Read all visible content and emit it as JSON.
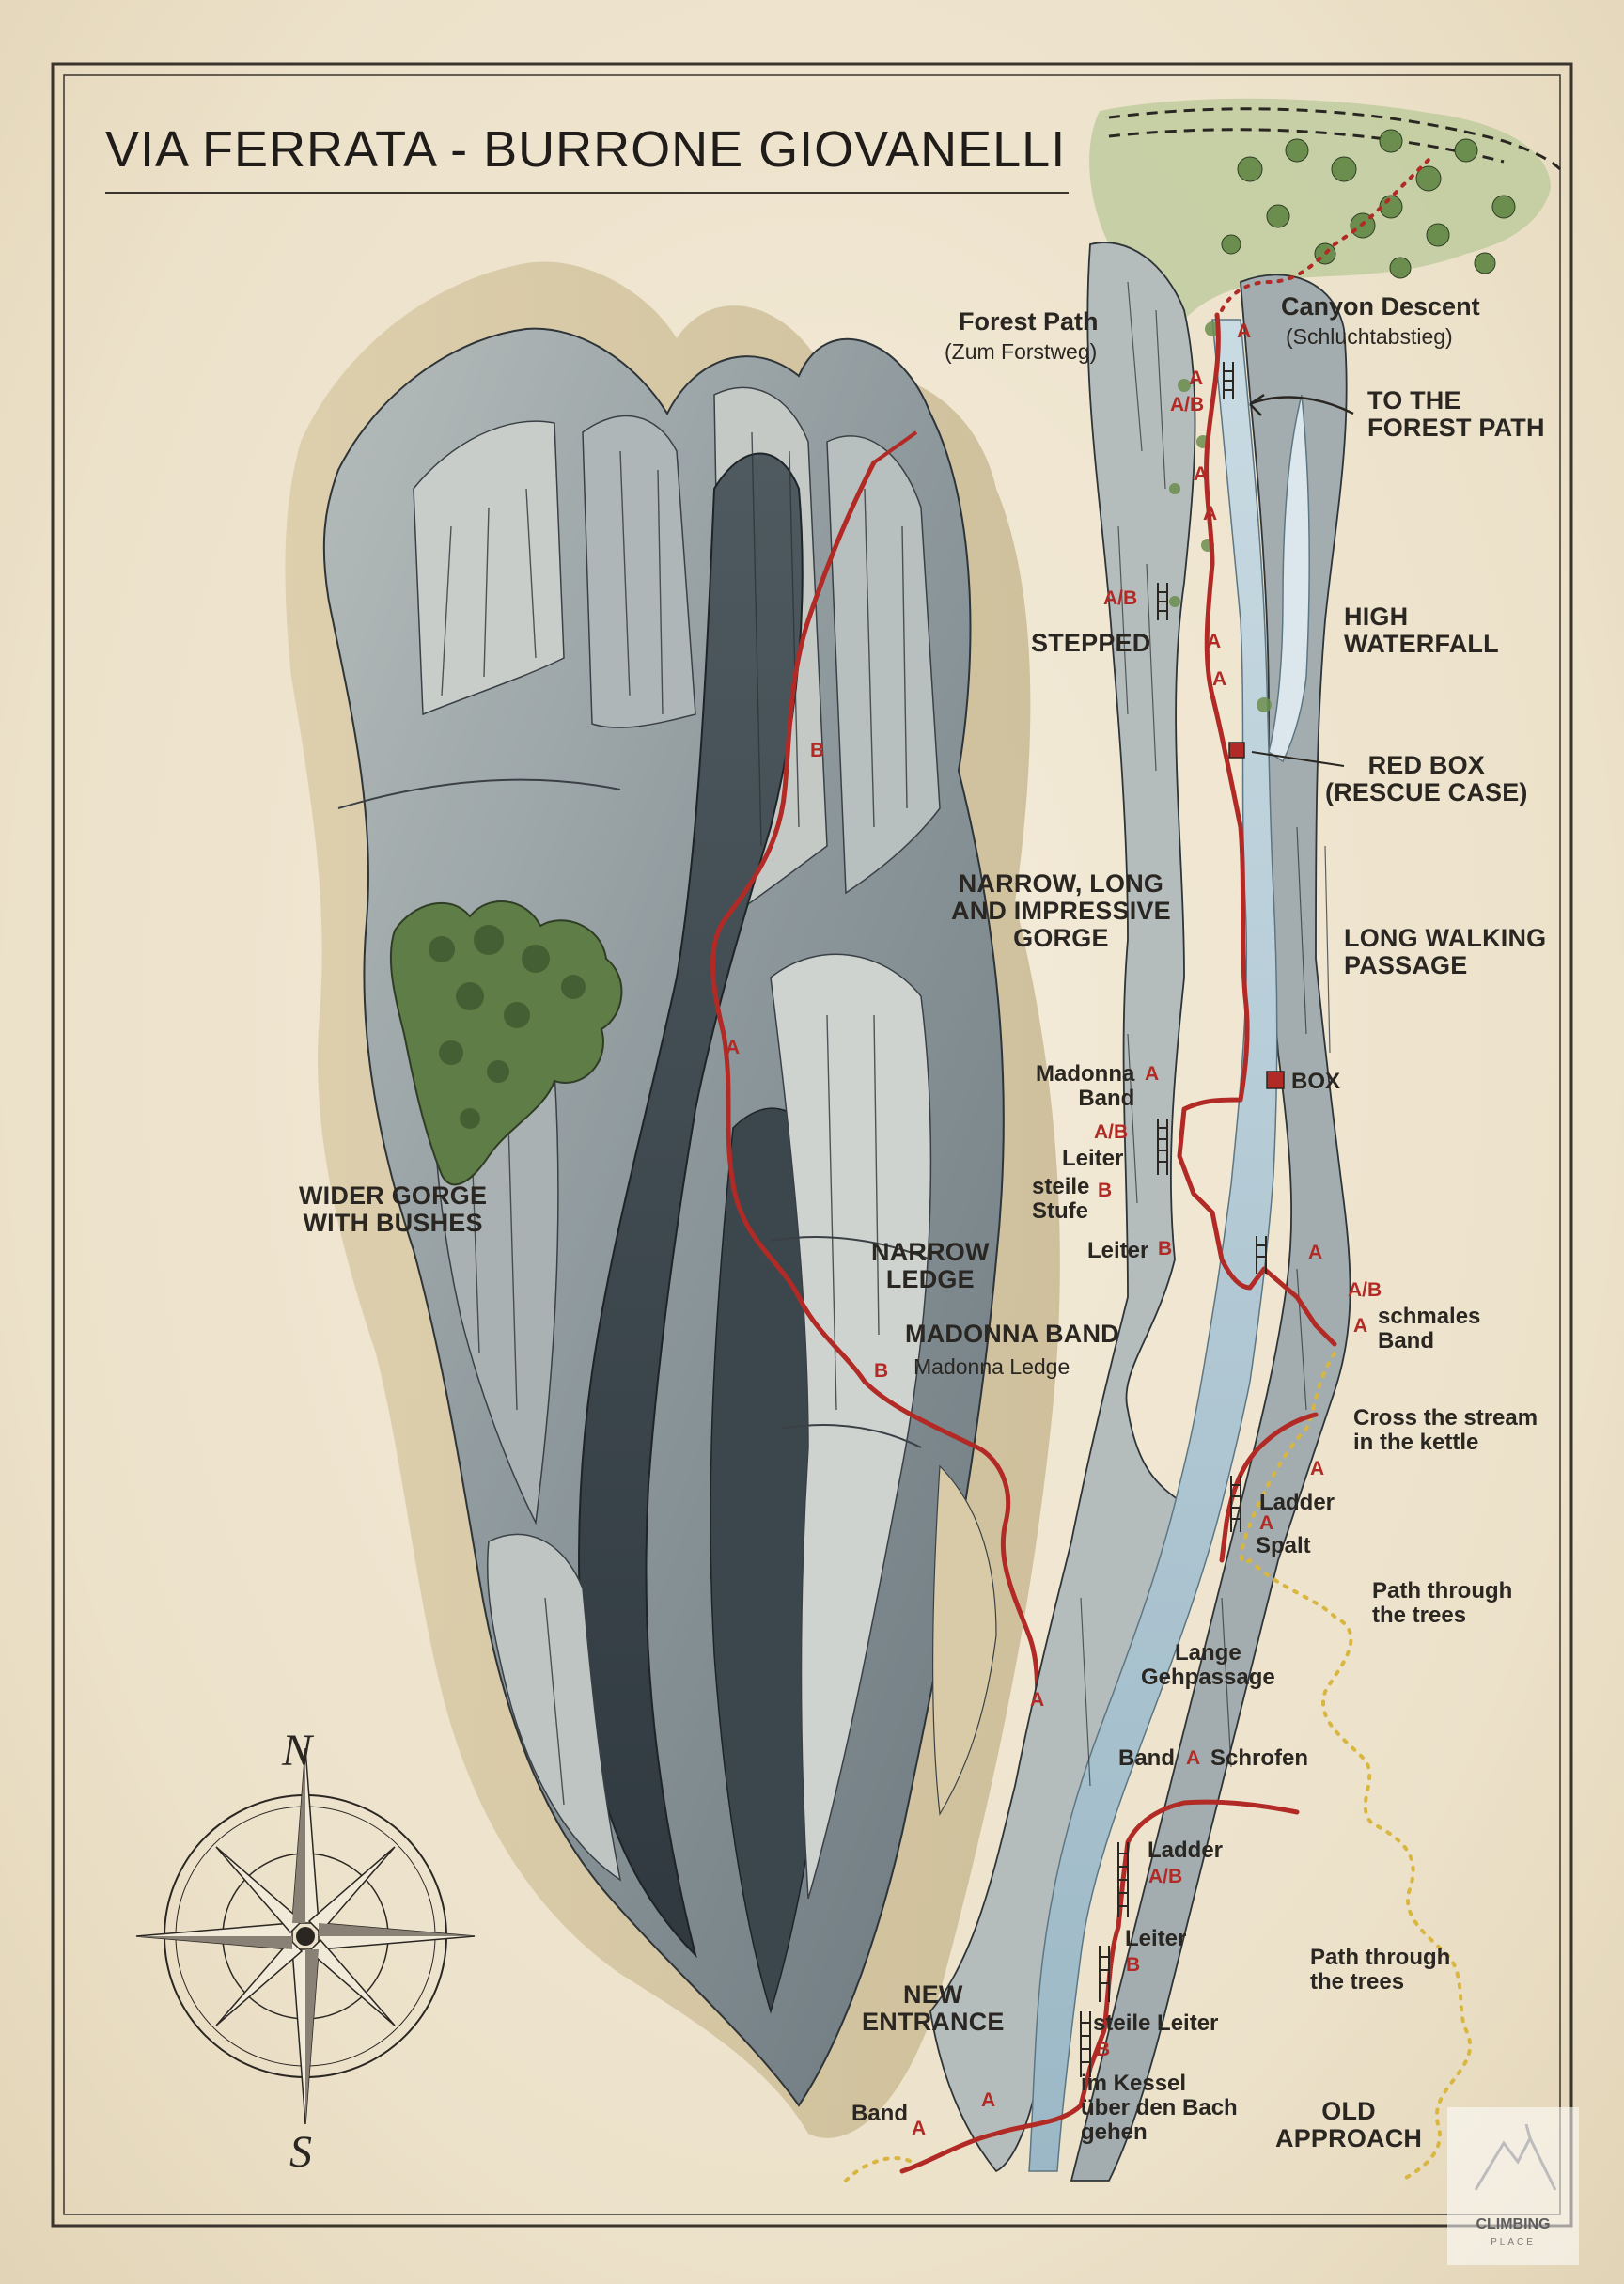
{
  "title": "VIA FERRATA - BURRONE GIOVANELLI",
  "colors": {
    "paper": "#efe6d2",
    "route": "#b22a25",
    "path_dotted": "#d9b640",
    "water": "#aec6d2",
    "rock": "#8f9ba0",
    "vegetation": "#5f7d47",
    "ink": "#2a2622"
  },
  "compass": {
    "north": "N",
    "south": "S"
  },
  "labels": {
    "forest_path": "Forest Path",
    "forest_path_de": "(Zum Forstweg)",
    "canyon_descent": "Canyon Descent",
    "canyon_descent_de": "(Schluchtabstieg)",
    "to_forest_path": "TO THE\nFOREST PATH",
    "high_waterfall": "HIGH\nWATERFALL",
    "stepped": "STEPPED",
    "red_box": "RED BOX\n(RESCUE CASE)",
    "narrow_gorge": "NARROW, LONG\nAND IMPRESSIVE\nGORGE",
    "long_walking": "LONG WALKING\nPASSAGE",
    "madonna_band": "Madonna\nBand",
    "box": "BOX",
    "leiter_1": "Leiter",
    "steile_stufe": "steile\nStufe",
    "leiter_2": "Leiter",
    "wider_gorge": "WIDER GORGE\nWITH BUSHES",
    "narrow_ledge": "NARROW\nLEDGE",
    "madonna_band_big": "MADONNA BAND",
    "madonna_ledge": "Madonna Ledge",
    "schmales_band": "schmales\nBand",
    "cross_stream": "Cross the stream\nin the kettle",
    "ladder_1": "Ladder",
    "spalt": "Spalt",
    "path_trees_1": "Path through\nthe trees",
    "lange_gehpassage": "Lange\nGehpassage",
    "band_schrofen_a": "Band",
    "band_schrofen_b": "Schrofen",
    "ladder_2": "Ladder",
    "leiter_3": "Leiter",
    "path_trees_2": "Path through\nthe trees",
    "steile_leiter": "steile Leiter",
    "new_entrance": "NEW\nENTRANCE",
    "im_kessel": "im Kessel\nüber den Bach\ngehen",
    "band_bottom": "Band",
    "old_approach": "OLD\nAPPROACH"
  },
  "grades": {
    "g_canyon": "A",
    "g_ab_top": "A/B",
    "g_a_top2": "A",
    "g_a_top3": "A",
    "g_a_top4": "A",
    "g_ab_stepped": "A/B",
    "g_a_step1": "A",
    "g_a_step2": "A",
    "g_b_left_top": "B",
    "g_a_left_mid": "A",
    "g_b_left_madonna": "B",
    "g_a_left_low": "A",
    "g_a_madonna": "A",
    "g_ab_madonna": "A/B",
    "g_b_steile": "B",
    "g_b_leiter": "B",
    "g_a_right1": "A",
    "g_ab_right": "A/B",
    "g_a_schmales": "A",
    "g_a_cross": "A",
    "g_a_spalt": "A",
    "g_a_schrofen": "A",
    "g_ab_ladder2": "A/B",
    "g_b_leiter3": "B",
    "g_b_steile_leiter": "B",
    "g_a_new_entrance": "A",
    "g_a_band_bottom": "A"
  },
  "logo": {
    "name": "CLIMBING",
    "sub": "PLACE"
  }
}
